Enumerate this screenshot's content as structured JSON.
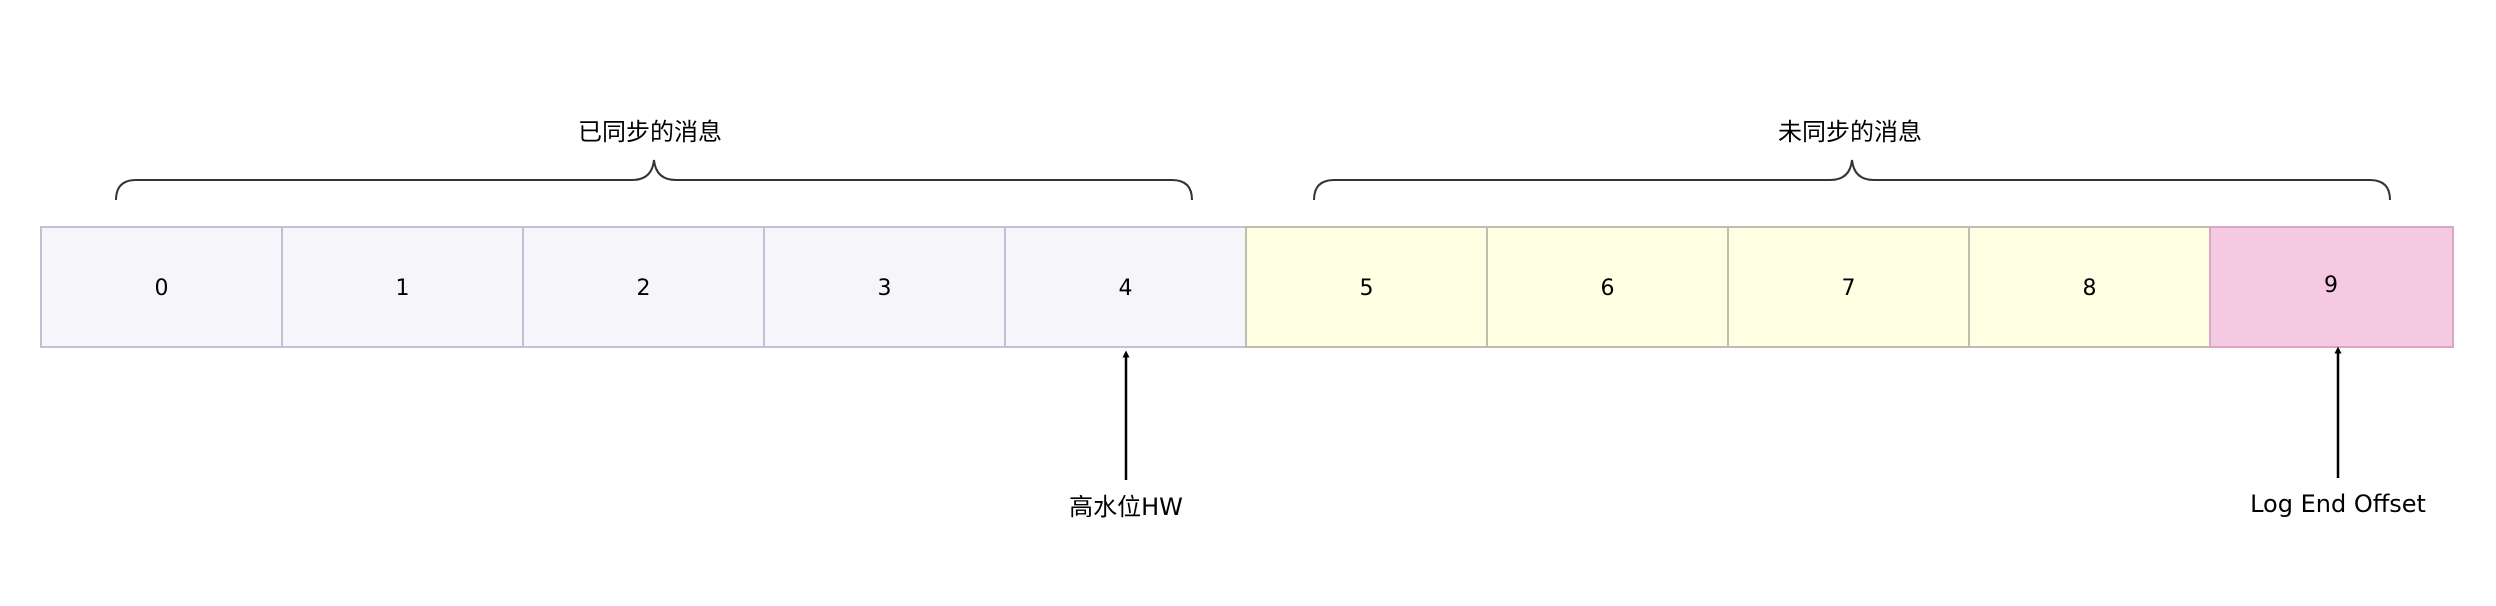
{
  "groups": [
    {
      "label": "已同步的消息"
    },
    {
      "label": "未同步的消息"
    }
  ],
  "cells": [
    {
      "label": "0",
      "status": "synced"
    },
    {
      "label": "1",
      "status": "synced"
    },
    {
      "label": "2",
      "status": "synced"
    },
    {
      "label": "3",
      "status": "synced"
    },
    {
      "label": "4",
      "status": "synced"
    },
    {
      "label": "5",
      "status": "unsynced"
    },
    {
      "label": "6",
      "status": "unsynced"
    },
    {
      "label": "7",
      "status": "unsynced"
    },
    {
      "label": "8",
      "status": "unsynced"
    },
    {
      "label": "9",
      "status": "leo"
    }
  ],
  "pointers": [
    {
      "label": "高水位HW",
      "cell_index": 4
    },
    {
      "label": "Log End Offset",
      "cell_index": 9
    }
  ],
  "colors": {
    "synced_fill": "#F5F5FA",
    "synced_stroke": "#C2BFD6",
    "unsynced_fill": "#FFFFE4",
    "unsynced_stroke": "#BDBDB0",
    "leo_fill": "#F5C9E2",
    "leo_stroke": "#D9A6C4",
    "line": "#000000",
    "brace": "#333333"
  }
}
